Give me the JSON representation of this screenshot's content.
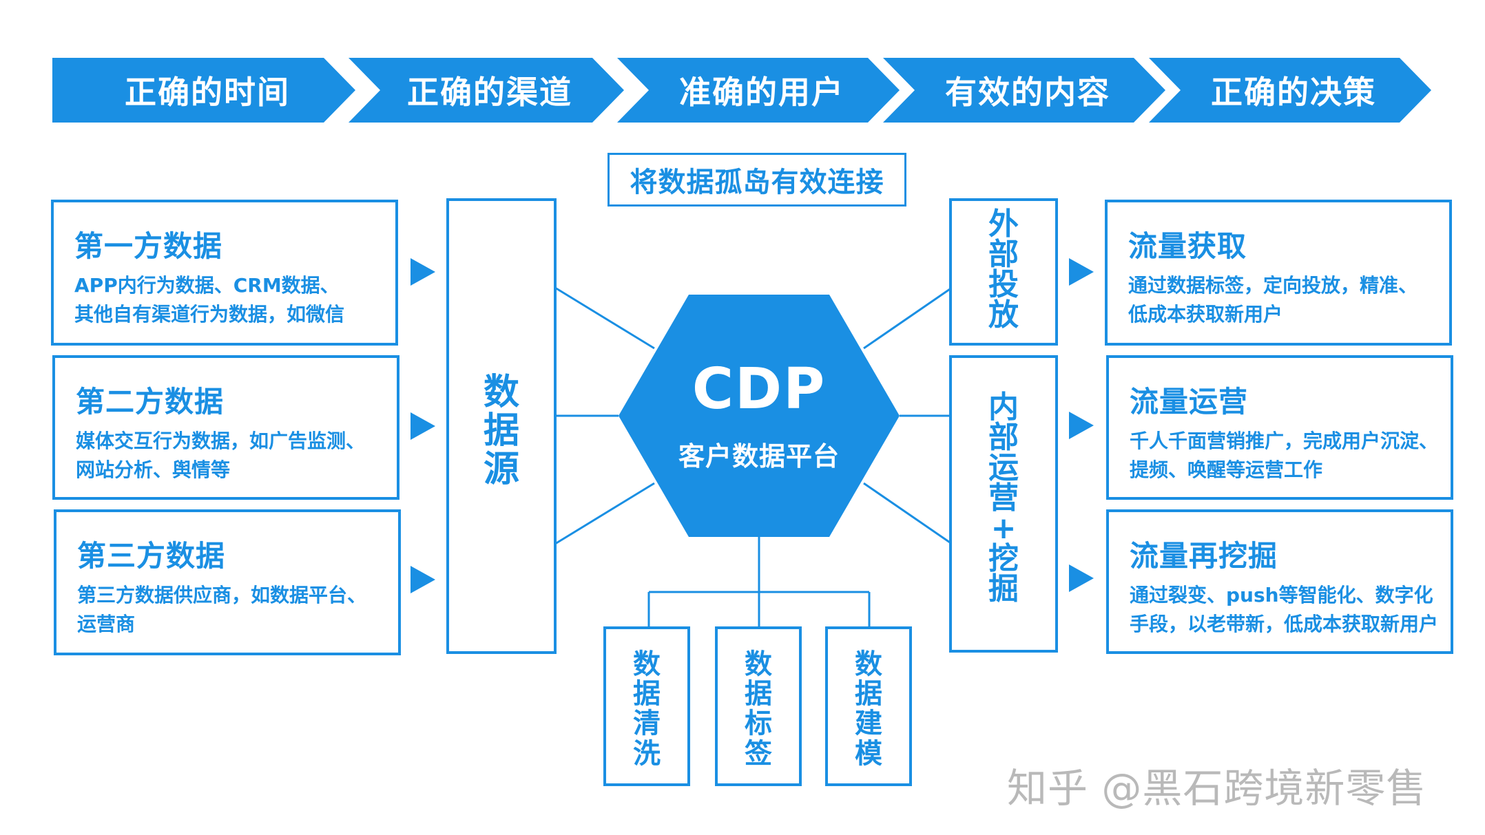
{
  "banner": [
    "正确的时间",
    "正确的渠道",
    "准确的用户",
    "有效的内容",
    "正确的决策"
  ],
  "connect_label": "将数据孤岛有效连接",
  "sources": [
    {
      "title": "第一方数据",
      "lines": [
        "APP内行为数据、CRM数据、",
        "其他自有渠道行为数据，如微信"
      ]
    },
    {
      "title": "第二方数据",
      "lines": [
        "媒体交互行为数据，如广告监测、",
        "网站分析、舆情等"
      ]
    },
    {
      "title": "第三方数据",
      "lines": [
        "第三方数据供应商，如数据平台、",
        "运营商"
      ]
    }
  ],
  "datasource": [
    "数",
    "据",
    "源"
  ],
  "cdp": {
    "title": "CDP",
    "subtitle": "客户数据平台"
  },
  "processes": [
    [
      "数",
      "据",
      "清",
      "洗"
    ],
    [
      "数",
      "据",
      "标",
      "签"
    ],
    [
      "数",
      "据",
      "建",
      "模"
    ]
  ],
  "external": [
    "外",
    "部",
    "投",
    "放"
  ],
  "internal": [
    "内",
    "部",
    "运",
    "营",
    "+",
    "挖",
    "掘"
  ],
  "outcomes": [
    {
      "title": "流量获取",
      "lines": [
        "通过数据标签，定向投放，精准、",
        "低成本获取新用户"
      ]
    },
    {
      "title": "流量运营",
      "lines": [
        "千人千面营销推广，完成用户沉淀、",
        "提频、唤醒等运营工作"
      ]
    },
    {
      "title": "流量再挖掘",
      "lines": [
        "通过裂变、push等智能化、数字化",
        "手段，以老带新，低成本获取新用户"
      ]
    }
  ],
  "watermark": "知乎 @黑石跨境新零售",
  "colors": {
    "accent": "#1a8fe3",
    "watermark": "#b9b9b9"
  }
}
